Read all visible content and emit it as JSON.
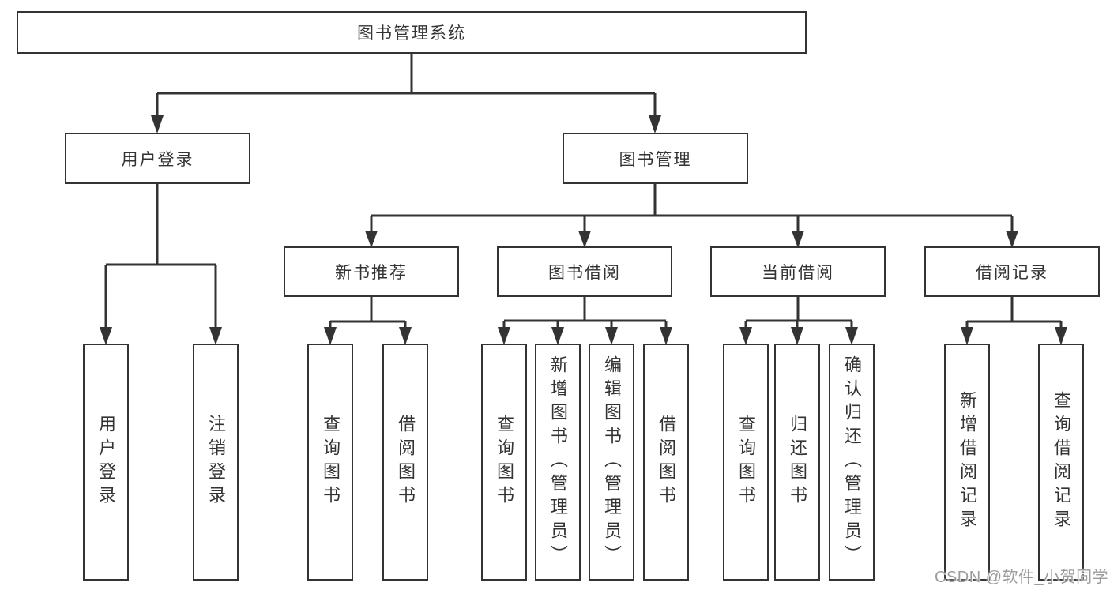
{
  "diagram": {
    "root": {
      "label": "图书管理系统"
    },
    "branches": [
      {
        "label": "用户登录",
        "children": [
          {
            "label": "用户登录"
          },
          {
            "label": "注销登录"
          }
        ]
      },
      {
        "label": "图书管理",
        "children": [
          {
            "label": "新书推荐",
            "children": [
              {
                "label": "查询图书"
              },
              {
                "label": "借阅图书"
              }
            ]
          },
          {
            "label": "图书借阅",
            "children": [
              {
                "label": "查询图书"
              },
              {
                "label": "新增图书（管理员）"
              },
              {
                "label": "编辑图书（管理员）"
              },
              {
                "label": "借阅图书"
              }
            ]
          },
          {
            "label": "当前借阅",
            "children": [
              {
                "label": "查询图书"
              },
              {
                "label": "归还图书"
              },
              {
                "label": "确认归还（管理员）"
              }
            ]
          },
          {
            "label": "借阅记录",
            "children": [
              {
                "label": "新增借阅记录"
              },
              {
                "label": "查询借阅记录"
              }
            ]
          }
        ]
      }
    ]
  },
  "watermark": {
    "text": "CSDN @软件_小贺同学"
  },
  "colors": {
    "line": "#333333",
    "box_border": "#333333",
    "box_fill": "#ffffff",
    "text": "#333333",
    "watermark": "#9c9c9c",
    "background": "#ffffff"
  }
}
